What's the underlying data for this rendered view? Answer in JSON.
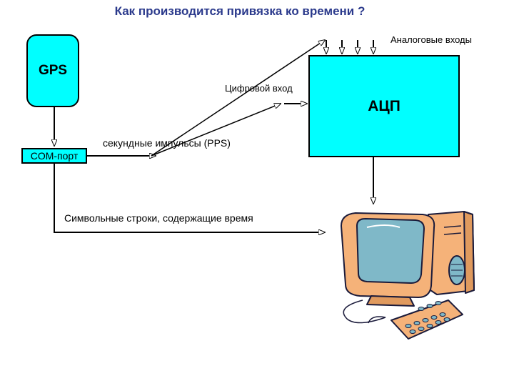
{
  "title": "Как производится привязка ко времени ?",
  "gps_label": "GPS",
  "adc_label": "АЦП",
  "com_label": "COM-порт",
  "analog_inputs_label": "Аналоговые входы",
  "digital_input_label": "Цифровой вход",
  "pps_label": "секундные импульсы (PPS)",
  "strings_label": "Символьные строки, содержащие время",
  "colors": {
    "box_fill": "#00ffff",
    "title": "#2b3a8c",
    "computer_body": "#f5b279",
    "computer_screen": "#7fb8c8",
    "outline": "#1a1a3a"
  },
  "icons": [
    "computer-icon",
    "keyboard-icon",
    "mouse-icon"
  ]
}
